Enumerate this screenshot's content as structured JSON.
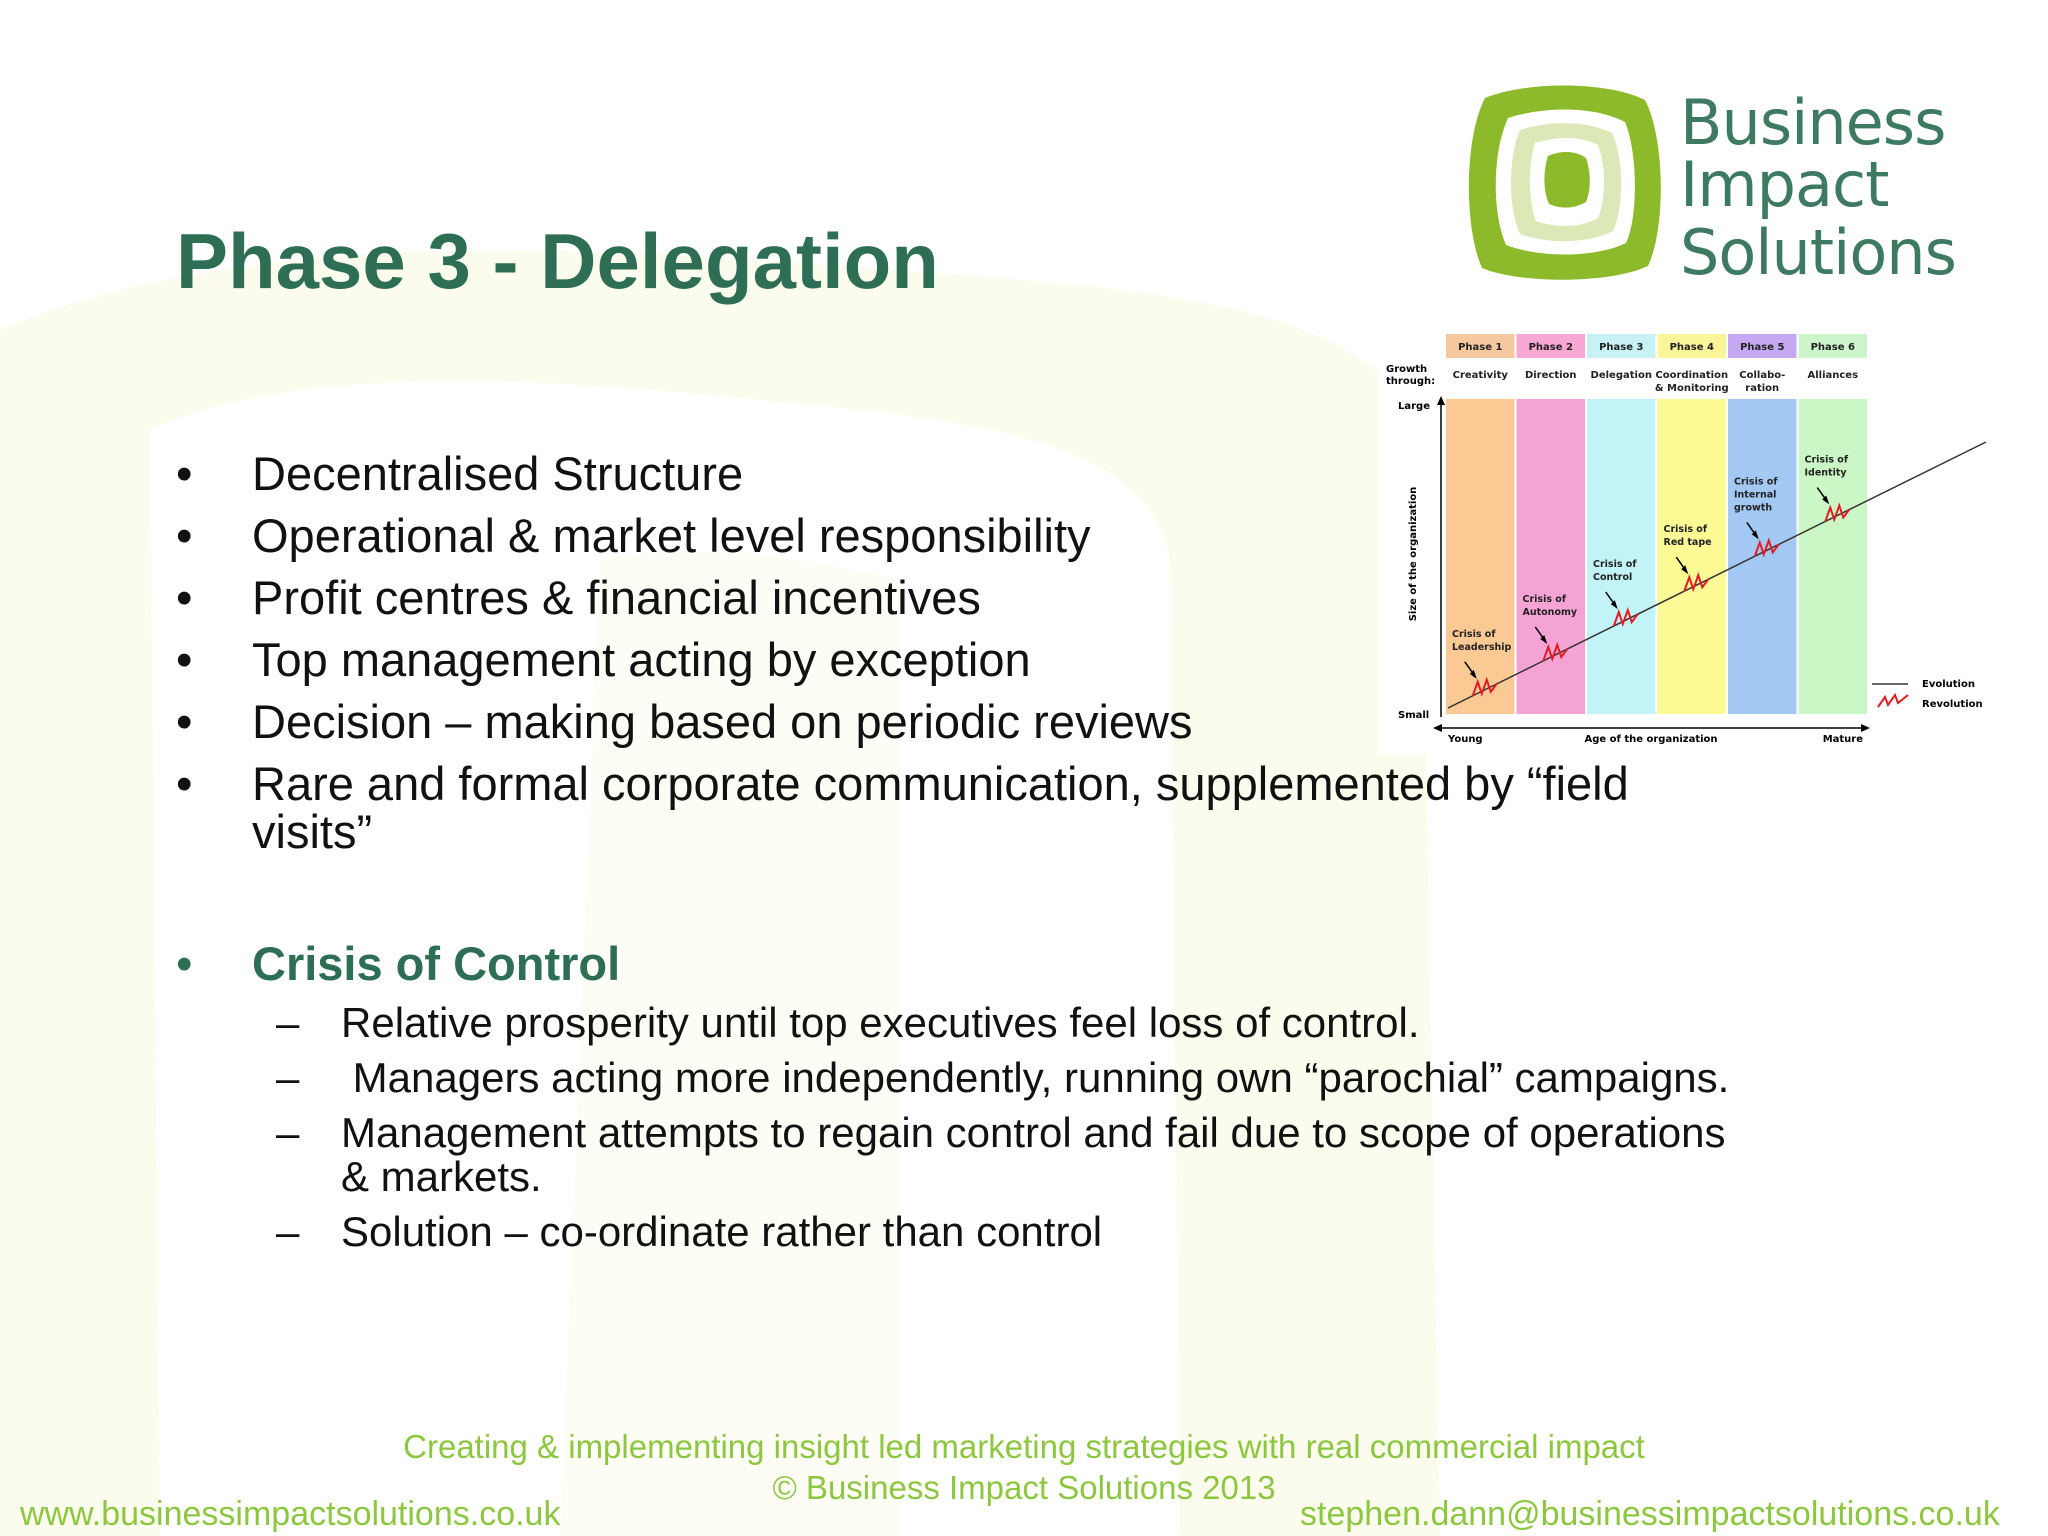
{
  "slide": {
    "title": "Phase 3 - Delegation",
    "accent_color": "#2e6e55",
    "footer_color": "#8dc63f"
  },
  "logo": {
    "line1": "Business",
    "line2": "Impact",
    "line3": "Solutions",
    "color": "#3d7a61"
  },
  "bullets": [
    "Decentralised Structure",
    "Operational & market level responsibility",
    "Profit centres & financial incentives",
    "Top management acting by exception",
    "Decision – making based on periodic reviews",
    "Rare and formal corporate communication, supplemented by “field",
    "visits”"
  ],
  "crisis": {
    "heading": "Crisis of Control",
    "points": [
      "Relative prosperity until top executives feel loss of control.",
      " Managers acting more independently, running own “parochial” campaigns.",
      "Management attempts to regain control and fail due to scope of operations",
      "& markets.",
      "Solution – co-ordinate rather than control"
    ]
  },
  "diagram": {
    "growth_label_1": "Growth",
    "growth_label_2": "through:",
    "y_axis_label": "Size of the organization",
    "y_top": "Large",
    "y_bottom": "Small",
    "x_axis_label": "Age of the organization",
    "x_left": "Young",
    "x_right": "Mature",
    "legend_evolution": "Evolution",
    "legend_revolution": "Revolution",
    "phases": [
      {
        "name": "Phase 1",
        "growth": [
          "Creativity"
        ],
        "color": "#fbc994",
        "header_color": "#f6c8a0",
        "crisis": [
          "Crisis of",
          "Leadership"
        ]
      },
      {
        "name": "Phase 2",
        "growth": [
          "Direction"
        ],
        "color": "#f5a3d4",
        "header_color": "#f7a8d2",
        "crisis": [
          "Crisis of",
          "Autonomy"
        ]
      },
      {
        "name": "Phase 3",
        "growth": [
          "Delegation"
        ],
        "color": "#c2f3f6",
        "header_color": "#c8f1f6",
        "crisis": [
          "Crisis of",
          "Control"
        ]
      },
      {
        "name": "Phase 4",
        "growth": [
          "Coordination",
          "& Monitoring"
        ],
        "color": "#fbfa95",
        "header_color": "#fbf59a",
        "crisis": [
          "Crisis of",
          "Red tape"
        ]
      },
      {
        "name": "Phase 5",
        "growth": [
          "Collabo-",
          "ration"
        ],
        "color": "#a3c8f3",
        "header_color": "#c5a8f2",
        "crisis": [
          "Crisis of",
          "Internal",
          "growth"
        ]
      },
      {
        "name": "Phase 6",
        "growth": [
          "Alliances"
        ],
        "color": "#caf7c5",
        "header_color": "#cdf5cc",
        "crisis": [
          "Crisis of",
          "Identity"
        ]
      }
    ]
  },
  "footer": {
    "tagline": "Creating & implementing insight led marketing strategies with real commercial impact",
    "copyright": "© Business Impact Solutions 2013",
    "website": "www.businessimpactsolutions.co.uk",
    "email": "stephen.dann@businessimpactsolutions.co.uk"
  }
}
